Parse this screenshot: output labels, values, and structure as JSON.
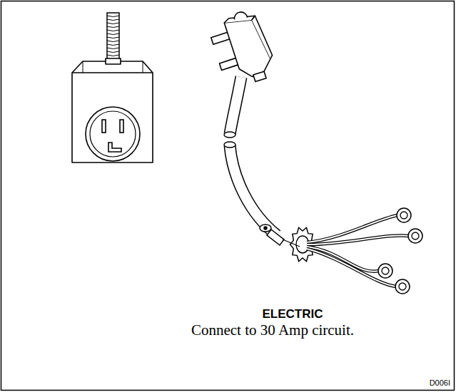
{
  "diagram": {
    "title": "ELECTRIC",
    "caption": "Connect to 30 Amp circuit.",
    "labels": [
      "D006I"
    ]
  }
}
